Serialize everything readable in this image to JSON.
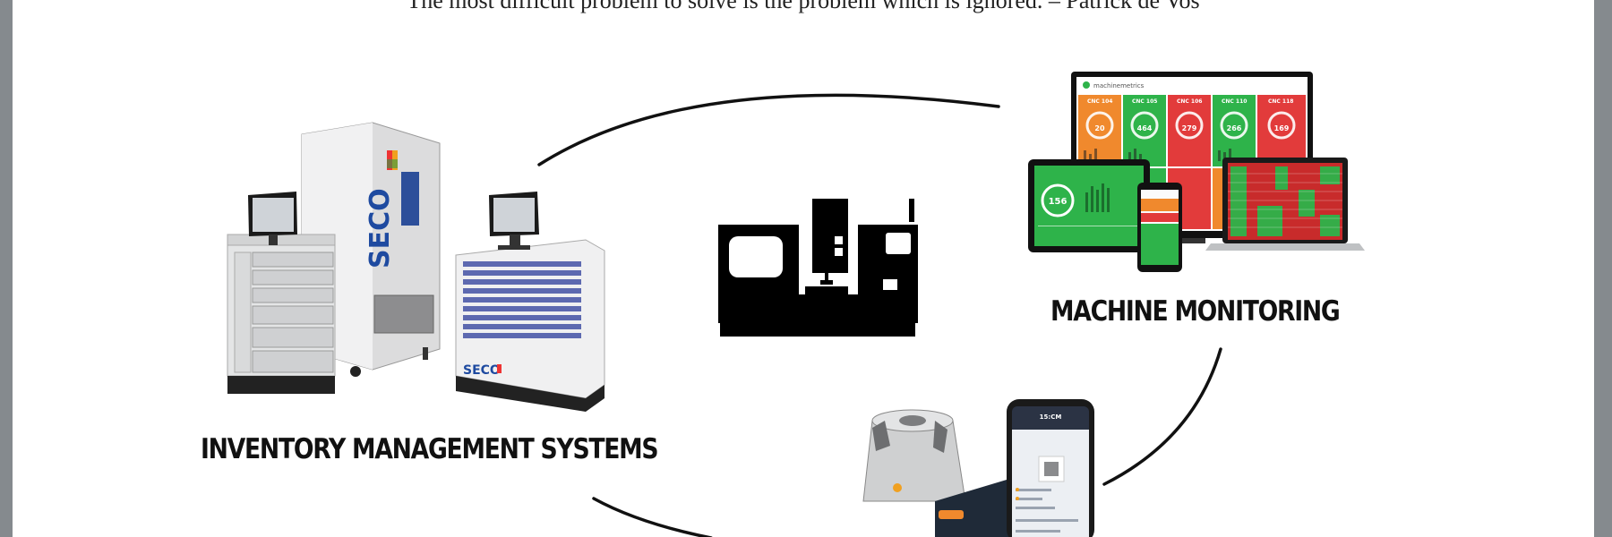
{
  "quote": "The most difficult problem to solve is the problem which is ignored. – Patrick de Vos",
  "labels": {
    "inventory": "INVENTORY MANAGEMENT SYSTEMS",
    "monitoring": "MACHINE MONITORING"
  },
  "inventory": {
    "brand": "SECO"
  },
  "monitoring": {
    "brand": "machinemetrics",
    "tiles": [
      {
        "name": "CNC 104",
        "value": "20"
      },
      {
        "name": "CNC 105",
        "value": "464"
      },
      {
        "name": "CNC 106",
        "value": "279"
      },
      {
        "name": "CNC 110",
        "value": "266"
      },
      {
        "name": "CNC 118",
        "value": "169"
      }
    ],
    "tablet_value": "156",
    "phone_time": "15:CM"
  },
  "colors": {
    "orange": "#f0892d",
    "green": "#2eb34a",
    "red": "#e23b3b",
    "frame": "#111111",
    "cabinet": "#e6e7e8",
    "drawer_blue": "#4c5aa8"
  }
}
